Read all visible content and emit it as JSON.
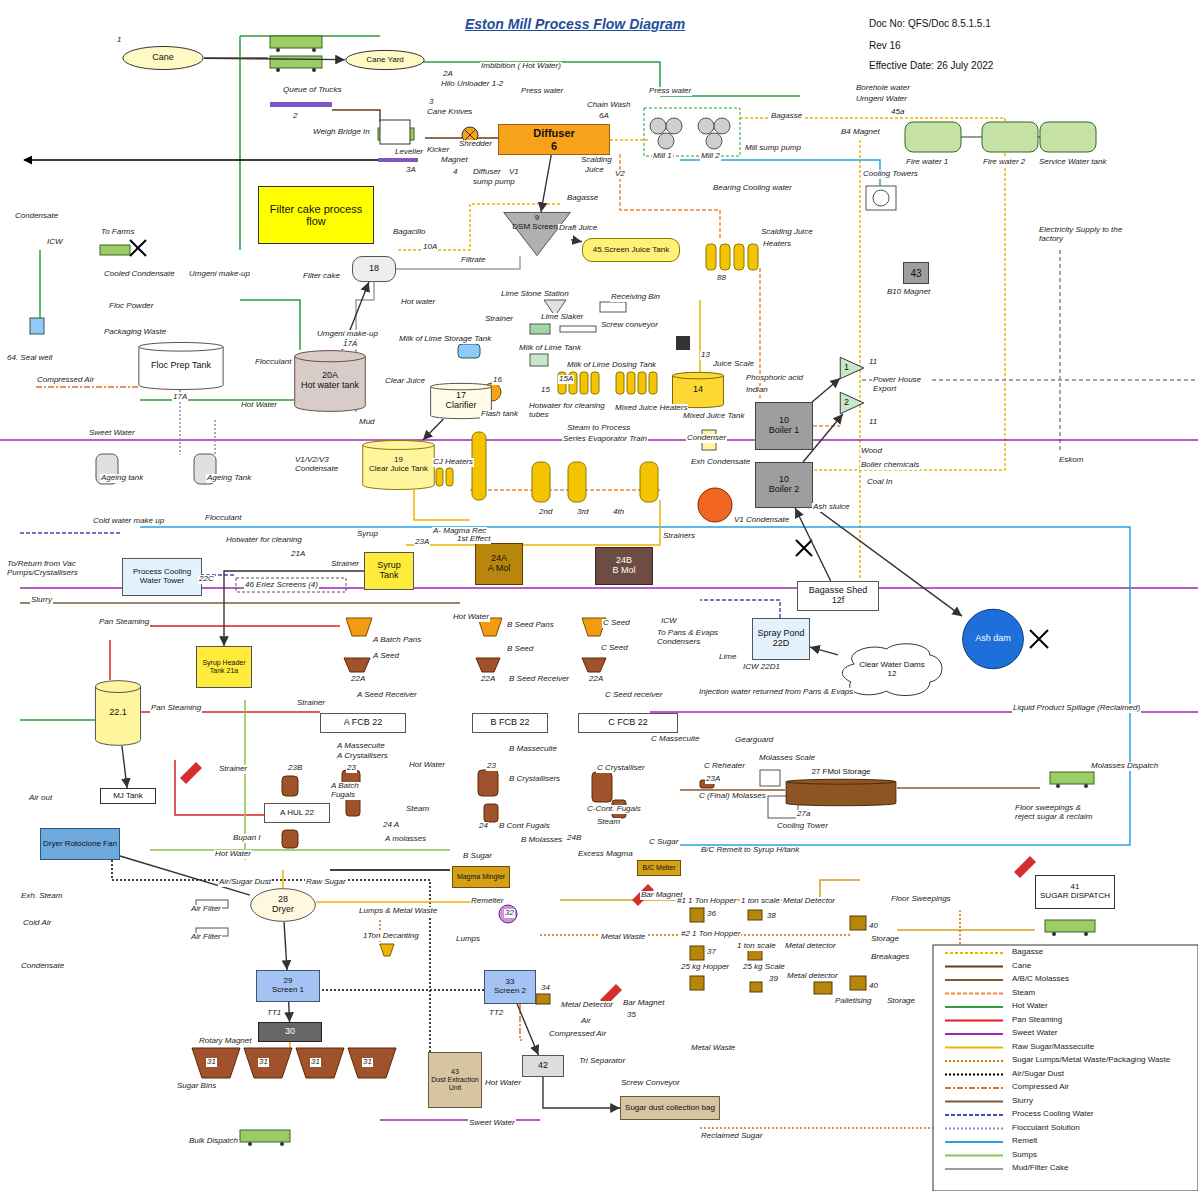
{
  "diagram": {
    "title": "Eston Mill Process Flow Diagram",
    "nodes": [
      {
        "text": [
          "Cane"
        ]
      },
      {
        "text": [
          "Cane Yard"
        ]
      },
      {
        "text": [
          "Diffuser",
          "6"
        ]
      },
      {
        "text": [
          "Filter cake process flow"
        ]
      },
      {
        "text": [
          "9",
          "DSM Screens"
        ]
      },
      {
        "text": [
          "45.Screen Juice Tank"
        ]
      },
      {
        "text": [
          "18"
        ]
      },
      {
        "text": [
          "Floc Prep Tank"
        ]
      },
      {
        "text": [
          "20A",
          "Hot water tank"
        ]
      },
      {
        "text": [
          "17",
          "Clarifier"
        ]
      },
      {
        "text": [
          "14"
        ]
      },
      {
        "text": [
          "10",
          "Boiler 1"
        ]
      },
      {
        "text": [
          "10",
          "Boiler 2"
        ]
      },
      {
        "text": [
          "43"
        ]
      },
      {
        "text": [
          "19",
          "Clear Juice Tank"
        ]
      },
      {
        "text": [
          "Process Cooling Water Tower"
        ]
      },
      {
        "text": [
          "Syrup Tank"
        ]
      },
      {
        "text": [
          "24A",
          "A Mol"
        ]
      },
      {
        "text": [
          "24B",
          "B Mol"
        ]
      },
      {
        "text": [
          "Spray Pond",
          "22D"
        ]
      },
      {
        "text": [
          "Bagasse Shed",
          "12f"
        ]
      },
      {
        "text": [
          "Clear Water Dams",
          "12"
        ]
      },
      {
        "text": [
          "Ash dam"
        ]
      },
      {
        "text": [
          "Syrup Header Tank 21a"
        ]
      },
      {
        "text": [
          "A FCB 22"
        ]
      },
      {
        "text": [
          "B FCB 22"
        ]
      },
      {
        "text": [
          "C FCB 22"
        ]
      },
      {
        "text": [
          "22.1"
        ]
      },
      {
        "text": [
          "MJ Tank"
        ]
      },
      {
        "text": [
          "A HUL 22"
        ]
      },
      {
        "text": [
          "Dryer Rotoclone Fan"
        ]
      },
      {
        "text": [
          "27 FMol Storage"
        ]
      },
      {
        "text": [
          "28",
          "Dryer"
        ]
      },
      {
        "text": [
          "29",
          "Screen 1"
        ]
      },
      {
        "text": [
          "30"
        ]
      },
      {
        "text": [
          "33",
          "Screen 2"
        ]
      },
      {
        "text": [
          "42"
        ]
      },
      {
        "text": [
          "43",
          "Dust Extraction Unit"
        ]
      },
      {
        "text": [
          "Sugar dust collection bag"
        ]
      },
      {
        "text": [
          "41",
          "SUGAR DISPATCH"
        ]
      },
      {
        "text": [
          "1"
        ]
      },
      {
        "text": [
          "2"
        ]
      },
      {
        "text": [
          "Magma Mingler"
        ]
      },
      {
        "text": [
          "B/C Melter"
        ]
      }
    ],
    "edges": [
      {
        "from": 0,
        "to": 1,
        "arrow": "to"
      },
      {
        "from": 2,
        "to": 4,
        "arrow": "to"
      },
      {
        "from": 4,
        "to": 5,
        "arrow": "to"
      },
      {
        "from": 9,
        "to": 14,
        "arrow": "to"
      },
      {
        "from": 16,
        "to": 23,
        "arrow": "to"
      },
      {
        "from": 27,
        "to": 28,
        "arrow": "to"
      },
      {
        "from": 32,
        "to": 33,
        "arrow": "to"
      },
      {
        "from": 33,
        "to": 34,
        "arrow": "to"
      },
      {
        "from": 36,
        "to": 38,
        "arrow": "to"
      },
      {
        "from": 35,
        "to": 36,
        "arrow": "to"
      },
      {
        "from": 20,
        "to": 12,
        "arrow": "to"
      },
      {
        "from": 12,
        "to": 22,
        "arrow": "to"
      },
      {
        "from": 21,
        "to": 19,
        "arrow": "to"
      },
      {
        "from": 8,
        "to": 6,
        "arrow": "to"
      },
      {
        "from": 11,
        "to": 40,
        "arrow": "to"
      },
      {
        "from": 12,
        "to": 41,
        "arrow": "to"
      },
      {
        "from": 30,
        "to": 32,
        "arrow": "none"
      }
    ],
    "labels": [
      "Doc No: QFS/Doc 8.5.1.5.1",
      "Rev 16",
      "Effective Date: 26 July 2022",
      "1",
      "Queue of Trucks",
      "2",
      "Weigh Bridge In",
      "2A",
      "Hilo Unloader 1-2",
      "3",
      "Cane Knives",
      "Leveller",
      "3A",
      "Kicker",
      "Magnet",
      "4",
      "Shredder",
      "Imbibition ( Hot Water)",
      "Press water",
      "Press water",
      "Chain Wash",
      "6A",
      "Mill 1",
      "Mill 2",
      "Mill sump pump",
      "Bagasse",
      "Bagasse",
      "Diffuser",
      "V1",
      "sump pump",
      "Scalding",
      "Juice",
      "V2",
      "Bearing Cooling water",
      "Scalding Juice",
      "Heaters",
      "Cooling Towers",
      "B4 Magnet",
      "Borehole water",
      "Umgeni Water",
      "45a",
      "Fire water 1",
      "Fire water 2",
      "Service Water tank",
      "Electricity Supply to the factory",
      "B10 Magnet",
      "Draft Juice",
      "88",
      "Filtrate",
      "Bagacillo",
      "10A",
      "Filter cake",
      "To Farms",
      "Condensate",
      "ICW",
      "Cooled Condensate",
      "Umgeni make-up",
      "Floc Powder",
      "Packaging Waste",
      "64. Seal well",
      "Compressed Air",
      "17A",
      "Sweet Water",
      "Ageing tank",
      "Ageing Tank",
      "Flocculant",
      "Cold water make up",
      "To/Return from Vac Pumps/Crystallisers",
      "22C",
      "Slurry",
      "Pan Steaming",
      "Pan Steaming",
      "Hot water",
      "Lime Stone Station",
      "Receiving Bin",
      "Screw conveyor",
      "Strainer",
      "Lime Slaker",
      "Milk of Lime Storage Tank",
      "Milk of Lime Tank",
      "Milk of Lime Dosing Tank",
      "13",
      "Juice Scale",
      "Phosphoric acid",
      "Indian",
      "Umgeni make-up",
      "17A",
      "Flocculant",
      "Hot Water",
      "Mud",
      "Clear Juice",
      "16",
      "15",
      "15A",
      "Flash tank",
      "Hotwater for cleaning tubes",
      "Mixed Juice Heaters",
      "Mixed Juice Tank",
      "Condenser",
      "Steam to Process",
      "Series Evaporator Train",
      "V1/V2/V3 Condensate",
      "CJ Heaters",
      "1st Effect",
      "2nd",
      "3rd",
      "4th",
      "Exh Condensate",
      "V1 Condensate",
      "Wood",
      "Boiler chemicals",
      "Coal In",
      "Ash sluice",
      "Power House Export",
      "11",
      "11",
      "Eskom",
      "Strainers",
      "Syrup",
      "23A",
      "A- Magma Rec",
      "21A",
      "Strainer",
      "Hotwater for cleaning",
      "46 Eriez Screens (4)",
      "A Batch Pans",
      "A Seed",
      "Hot Water",
      "B Seed Pans",
      "B Seed",
      "C Seed",
      "C Seed",
      "22A",
      "22A",
      "22A",
      "A Seed Receiver",
      "B Seed Receiver",
      "C Seed receiver",
      "ICW",
      "To Pans & Evaps Condensers",
      "Lime",
      "ICW 22D1",
      "Injection water returned from Pans & Evaps",
      "Liquid Product Spillage (Reclaimed)",
      "Strainer",
      "A Massecuite",
      "A Crystallisers",
      "B Massecuite",
      "B Crystallisers",
      "C Massecuite",
      "C Crystalliser",
      "C Reheater",
      "Gearguard",
      "23A",
      "C (Final) Molasses",
      "27a",
      "Cooling Tower",
      "Strainer",
      "23B",
      "23",
      "23",
      "A Batch Fugals",
      "Hot Water",
      "Bupan I",
      "Hot Water",
      "Steam",
      "24 A",
      "A molasses",
      "24",
      "B Cont Fugals",
      "C-Cont. Fugals",
      "Steam",
      "B Molasses",
      "24B",
      "Excess Magma",
      "B Sugar",
      "C Sugar",
      "B/C Remelt to Syrup H/tank",
      "Floor sweepings & reject sugar & reclaim",
      "Air out",
      "Air/Sugar Dust",
      "Raw Sugar",
      "Exh. Steam",
      "Cold Air",
      "Air Filter",
      "Air Filter",
      "Condensate",
      "Remelter",
      "32",
      "Lumps & Metal Waste",
      "1Ton Decanting",
      "Lumps",
      "Metal Waste",
      "Bar Magnet",
      "#1 1 Ton Hopper",
      "1 ton scale",
      "Metal Detector",
      "#2 1 Ton Hopper",
      "1 ton scale",
      "Metal detector",
      "Floor Sweepings",
      "Storage",
      "Breakages",
      "25 kg Hopper",
      "25 kg Scale",
      "Metal detector",
      "Palletising",
      "Storage",
      "Metal Detector",
      "Bar Magnet",
      "35",
      "34",
      "TT1",
      "Rotary Magnet",
      "TT2",
      "Air",
      "Compressed Air",
      "Tri Separator",
      "Screw Conveyor",
      "Metal Waste",
      "Hot Water",
      "Sweet Water",
      "Reclaimed Sugar",
      "Sugar Bins",
      "Bulk Dispatch",
      "31",
      "31",
      "31",
      "31",
      "Molasses Dispatch",
      "36",
      "37",
      "38",
      "39",
      "40",
      "40",
      "Molasses Scale"
    ],
    "legend": [
      {
        "text": "Bagasse"
      },
      {
        "text": "Cane"
      },
      {
        "text": "A/B/C Molasses"
      },
      {
        "text": "Steam"
      },
      {
        "text": "Hot Water"
      },
      {
        "text": "Pan Steaming"
      },
      {
        "text": "Sweet Water"
      },
      {
        "text": "Raw Sugar/Massecuite"
      },
      {
        "text": "Sugar Lumps/Metal Waste/Packaging Waste"
      },
      {
        "text": "Air/Sugar Dust"
      },
      {
        "text": "Compressed Air"
      },
      {
        "text": "Slurry"
      },
      {
        "text": "Process Cooling Water"
      },
      {
        "text": "Flocculant Solution"
      },
      {
        "text": "Remelt"
      },
      {
        "text": "Sumps"
      },
      {
        "text": "Mud/Filter Cake"
      }
    ]
  }
}
